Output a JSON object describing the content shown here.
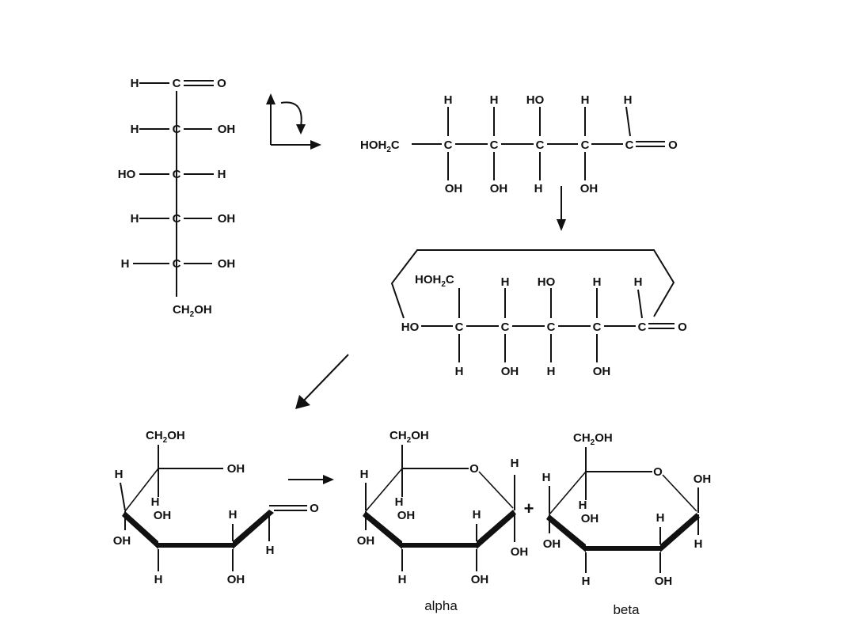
{
  "fischer": {
    "c1": {
      "left": "H",
      "center": "C",
      "right": "O"
    },
    "c2": {
      "left": "H",
      "center": "C",
      "right": "OH"
    },
    "c3": {
      "left": "HO",
      "center": "C",
      "right": "H"
    },
    "c4": {
      "left": "H",
      "center": "C",
      "right": "OH"
    },
    "c5": {
      "left": "H",
      "center": "C",
      "right": "OH"
    },
    "c6": {
      "base": "CH",
      "sub": "2",
      "tail": "OH"
    }
  },
  "chain": {
    "end_left": {
      "base": "HOH",
      "sub": "2",
      "tail": "C"
    },
    "top": [
      "H",
      "H",
      "HO",
      "H",
      "H"
    ],
    "bottom": [
      "OH",
      "OH",
      "H",
      "OH"
    ],
    "carbon": "C",
    "oxygen": "O"
  },
  "curled": {
    "ch2oh": {
      "base": "HOH",
      "sub": "2",
      "tail": "C"
    },
    "top": [
      "H",
      "HO",
      "H",
      "H"
    ],
    "bottom": [
      "H",
      "OH",
      "H",
      "OH"
    ],
    "left": "HO",
    "carbon": "C",
    "oxygen": "O"
  },
  "open_ring": {
    "ch2oh": {
      "base": "CH",
      "sub": "2",
      "tail": "OH"
    },
    "oh_top": "OH",
    "h_c5": "H",
    "h_c4": "H",
    "oh_c4": "OH",
    "oh_left": "OH",
    "h_c3": "H",
    "h_bottom": "H",
    "oh_bottom": "OH",
    "h_ald": "H",
    "o_ald": "O"
  },
  "alpha": {
    "ch2oh": {
      "base": "CH",
      "sub": "2",
      "tail": "OH"
    },
    "ring_o": "O",
    "h_c1": "H",
    "oh_c1": "OH",
    "h_c5": "H",
    "h_c4": "H",
    "oh_c4": "OH",
    "oh_left": "OH",
    "h_c2": "H",
    "h_bottom": "H",
    "oh_bottom": "OH",
    "label": "alpha"
  },
  "beta": {
    "ch2oh": {
      "base": "CH",
      "sub": "2",
      "tail": "OH"
    },
    "ring_o": "O",
    "oh_c1": "OH",
    "h_c1": "H",
    "h_c5": "H",
    "h_c4": "H",
    "oh_c4": "OH",
    "oh_left": "OH",
    "h_c2": "H",
    "h_bottom": "H",
    "oh_bottom": "OH",
    "label": "beta"
  },
  "plus": "+"
}
